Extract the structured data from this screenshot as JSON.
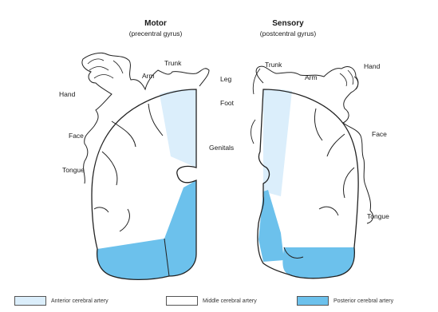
{
  "motor": {
    "title": "Motor",
    "subtitle": "(precentral gyrus)",
    "labels": {
      "trunk": "Trunk",
      "arm": "Arm",
      "hand": "Hand",
      "face": "Face",
      "tongue": "Tongue"
    }
  },
  "sensory": {
    "title": "Sensory",
    "subtitle": "(postcentral gyrus)",
    "labels": {
      "leg": "Leg",
      "foot": "Foot",
      "genitals": "Genitals",
      "trunk": "Trunk",
      "arm": "Arm",
      "hand": "Hand",
      "face": "Face",
      "tongue": "Tongue"
    }
  },
  "legend": {
    "anterior": "Anterior cerebral artery",
    "middle": "Middle cerebral artery",
    "posterior": "Posterior cerebral artery"
  },
  "colors": {
    "anterior": "#dbeefb",
    "middle": "#ffffff",
    "posterior": "#6cc1ec",
    "outline": "#222222"
  }
}
